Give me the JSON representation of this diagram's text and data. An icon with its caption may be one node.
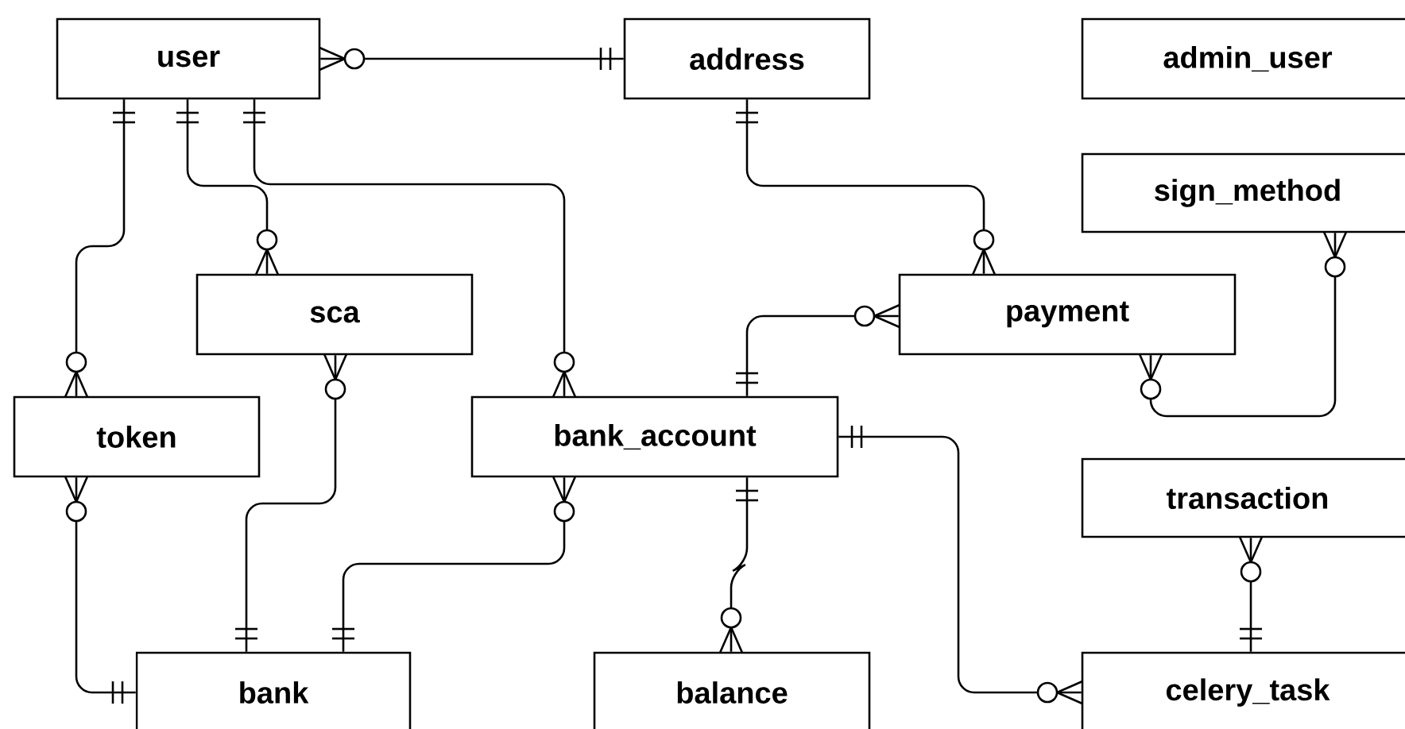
{
  "diagram": {
    "nodes": [
      {
        "text": [
          "user"
        ]
      },
      {
        "text": [
          "address"
        ]
      },
      {
        "text": [
          "admin_user"
        ]
      },
      {
        "text": [
          "sign_method"
        ]
      },
      {
        "text": [
          "sca"
        ]
      },
      {
        "text": [
          "payment"
        ]
      },
      {
        "text": [
          "token"
        ]
      },
      {
        "text": [
          "bank_account"
        ]
      },
      {
        "text": [
          "transaction"
        ]
      },
      {
        "text": [
          "bank"
        ]
      },
      {
        "text": [
          "balance"
        ]
      },
      {
        "text": [
          "celery_task"
        ]
      }
    ],
    "edges": [
      {
        "from": 0,
        "to": 1,
        "arrow": "other"
      },
      {
        "from": 0,
        "to": 6,
        "arrow": "other"
      },
      {
        "from": 0,
        "to": 4,
        "arrow": "other"
      },
      {
        "from": 0,
        "to": 7,
        "arrow": "other"
      },
      {
        "from": 1,
        "to": 5,
        "arrow": "other"
      },
      {
        "from": 7,
        "to": 5,
        "arrow": "other"
      },
      {
        "from": 3,
        "to": 5,
        "arrow": "other"
      },
      {
        "from": 4,
        "to": 9,
        "arrow": "other"
      },
      {
        "from": 6,
        "to": 9,
        "arrow": "other"
      },
      {
        "from": 7,
        "to": 9,
        "arrow": "other"
      },
      {
        "from": 7,
        "to": 10,
        "arrow": "other"
      },
      {
        "from": 7,
        "to": 11,
        "arrow": "other"
      },
      {
        "from": 8,
        "to": 11,
        "arrow": "other"
      }
    ]
  }
}
